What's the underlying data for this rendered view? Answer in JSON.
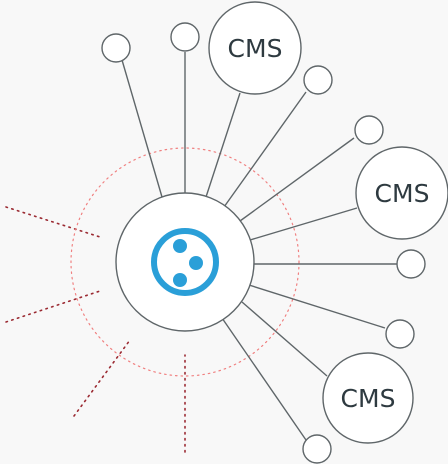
{
  "diagram": {
    "hub": {
      "icon": "three-dots-circle-logo-icon",
      "accent_color": "#2a9fd8"
    },
    "nodes": [
      {
        "kind": "circle"
      },
      {
        "kind": "circle"
      },
      {
        "kind": "cms",
        "label": "CMS"
      },
      {
        "kind": "circle"
      },
      {
        "kind": "circle"
      },
      {
        "kind": "cms",
        "label": "CMS"
      },
      {
        "kind": "circle"
      },
      {
        "kind": "circle"
      },
      {
        "kind": "cms",
        "label": "CMS"
      },
      {
        "kind": "circle"
      }
    ],
    "colors": {
      "stroke": "#5f6669",
      "dotted_rays": "#9b2a32",
      "dashed_ring": "#f08080",
      "background": "#f8f8f8",
      "node_fill": "#ffffff"
    }
  }
}
